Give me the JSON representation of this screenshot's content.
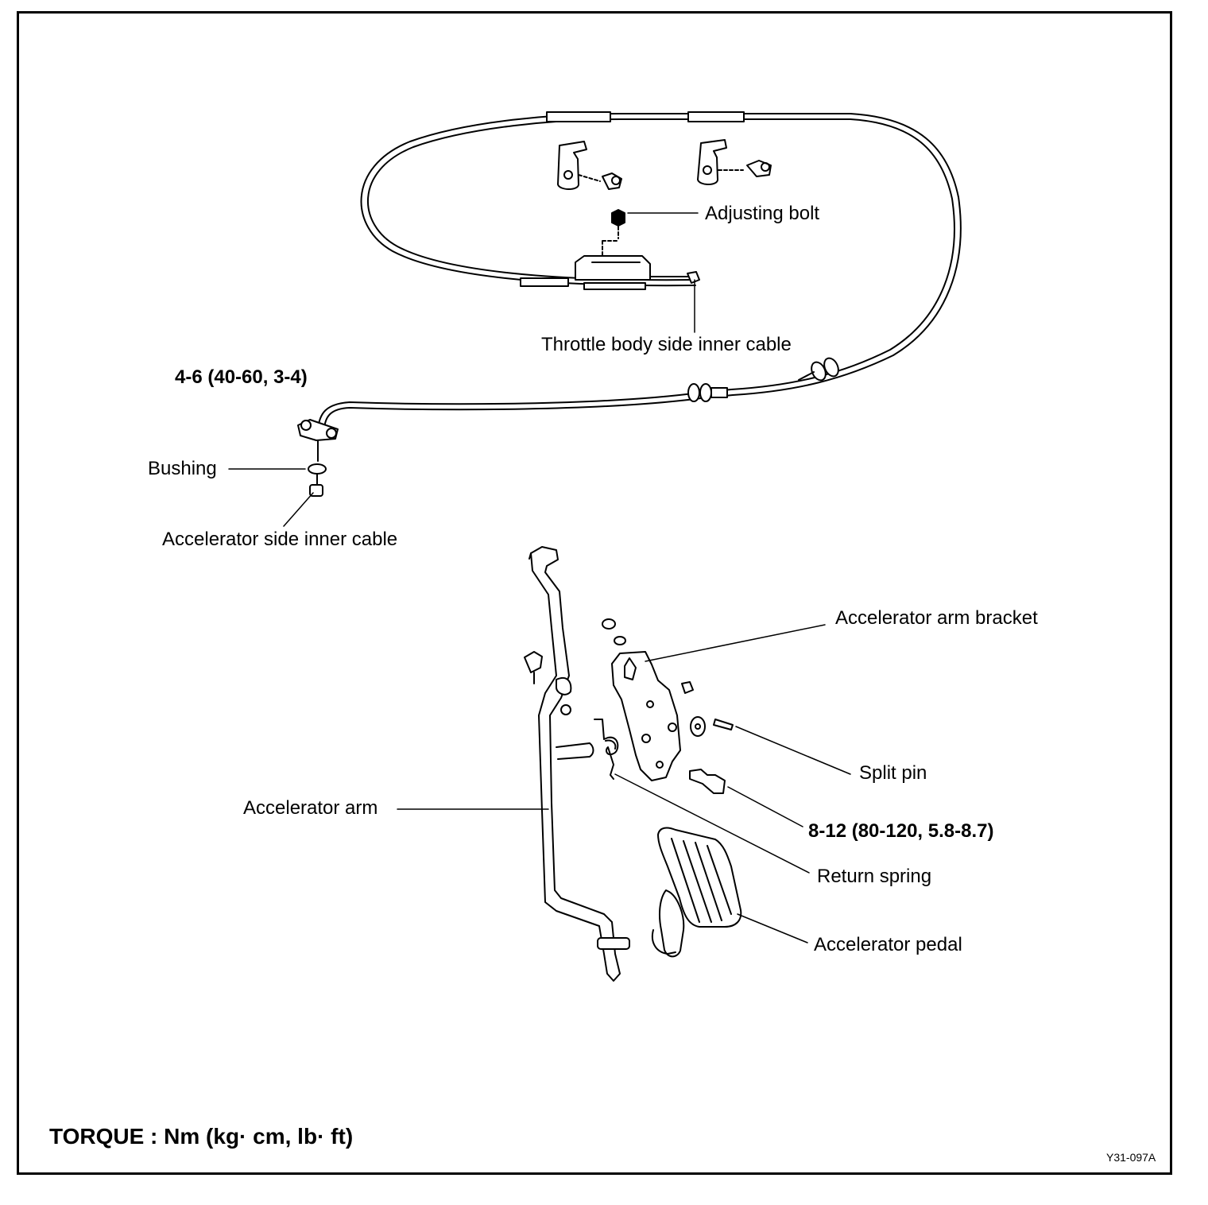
{
  "labels": {
    "adjusting_bolt": "Adjusting bolt",
    "throttle_body_side_inner_cable": "Throttle body side inner cable",
    "torque_cable_mount": "4-6 (40-60, 3-4)",
    "bushing": "Bushing",
    "accelerator_side_inner_cable": "Accelerator side inner cable",
    "accelerator_arm_bracket": "Accelerator arm bracket",
    "split_pin": "Split pin",
    "accelerator_arm": "Accelerator arm",
    "torque_bracket_bolt": "8-12 (80-120, 5.8-8.7)",
    "return_spring": "Return spring",
    "accelerator_pedal": "Accelerator pedal"
  },
  "footer": {
    "torque_note": "TORQUE : Nm (kg· cm, lb· ft)",
    "figure_code": "Y31-097A"
  }
}
